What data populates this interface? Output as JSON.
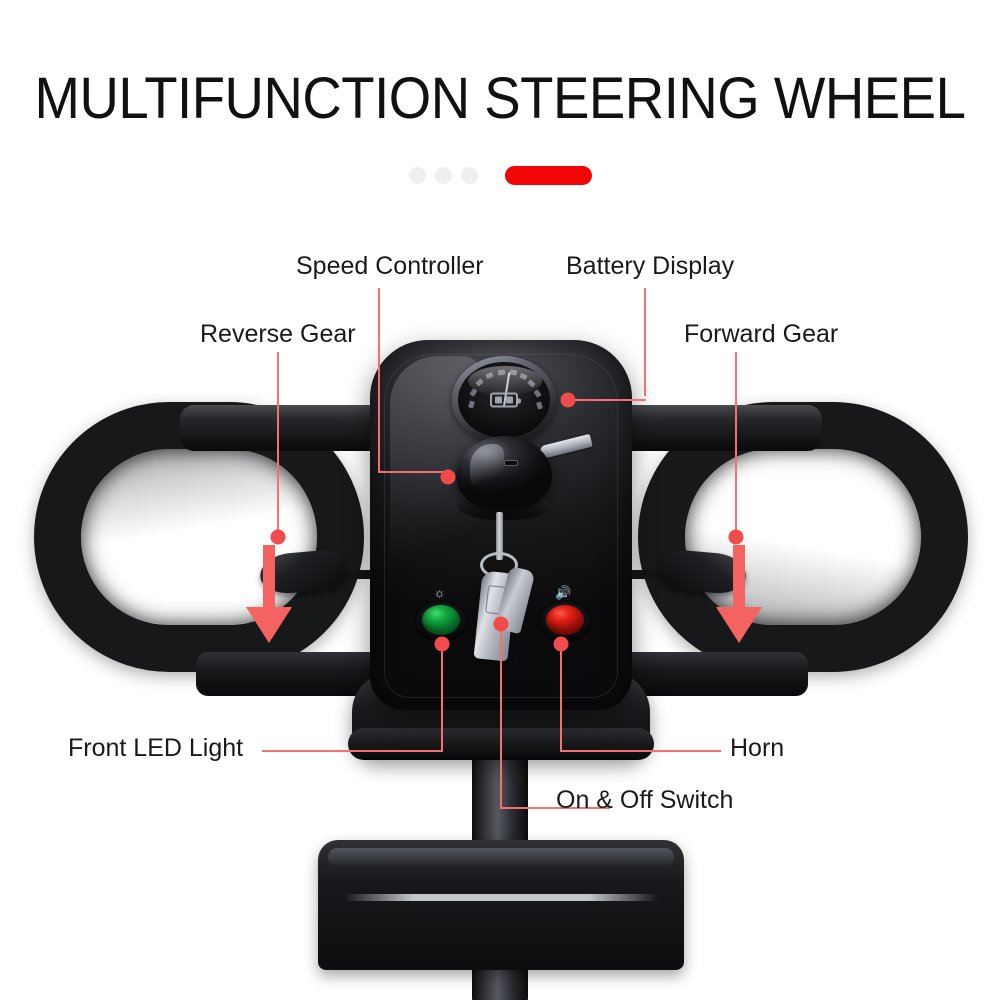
{
  "header": {
    "title": "MULTIFUNCTION STEERING WHEEL"
  },
  "pager": {
    "dots": [
      "dot",
      "dot",
      "dot"
    ],
    "active_pill": "",
    "dot_color": "#efefef",
    "pill_color": "#f10505"
  },
  "callouts": {
    "accent_line_color": "#f4716f",
    "accent_node_color": "#f24b4b",
    "items": [
      {
        "id": "reverse-gear",
        "label": "Reverse Gear"
      },
      {
        "id": "speed-controller",
        "label": "Speed Controller"
      },
      {
        "id": "battery-display",
        "label": "Battery Display"
      },
      {
        "id": "forward-gear",
        "label": "Forward Gear"
      },
      {
        "id": "front-led-light",
        "label": "Front LED Light"
      },
      {
        "id": "on-off-switch",
        "label": "On & Off Switch"
      },
      {
        "id": "horn",
        "label": "Horn"
      }
    ]
  },
  "product": {
    "name": "multifunction-steering-wheel",
    "body_color": "#17181a",
    "led_button_color": "#14a63f",
    "horn_button_color": "#e01f14",
    "key_color": "#b9bdc4",
    "gauge": {
      "type": "battery-level",
      "icon": "battery-icon",
      "tick_count": 10
    }
  }
}
